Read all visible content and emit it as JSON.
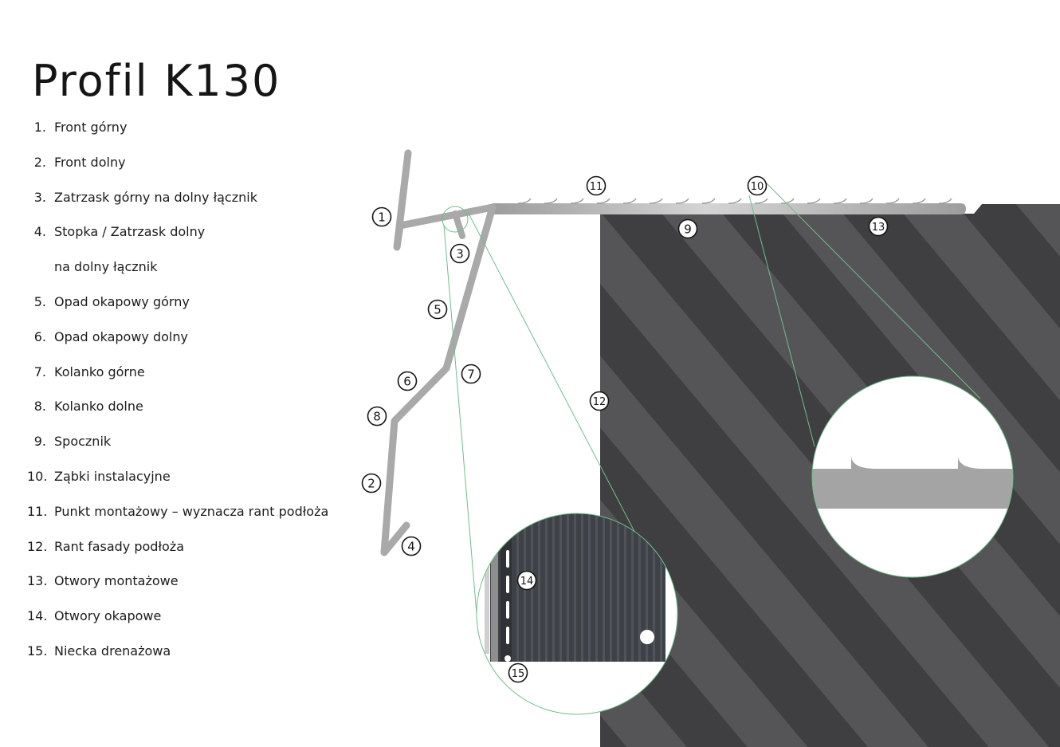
{
  "title": "Profil K130",
  "legend": [
    {
      "num": "1.",
      "label": "Front górny"
    },
    {
      "num": "2.",
      "label": "Front dolny"
    },
    {
      "num": "3.",
      "label": "Zatrzask górny na dolny łącznik"
    },
    {
      "num": "4.",
      "label": "Stopka / Zatrzask dolny"
    },
    {
      "num": "",
      "label": "na dolny łącznik"
    },
    {
      "num": "5.",
      "label": "Opad okapowy górny"
    },
    {
      "num": "6.",
      "label": "Opad okapowy dolny"
    },
    {
      "num": "7.",
      "label": "Kolanko górne"
    },
    {
      "num": "8.",
      "label": "Kolanko dolne"
    },
    {
      "num": "9.",
      "label": "Spocznik"
    },
    {
      "num": "10.",
      "label": "Ząbki instalacyjne"
    },
    {
      "num": "11.",
      "label": "Punkt montażowy – wyznacza rant podłoża"
    },
    {
      "num": "12.",
      "label": "Rant fasady podłoża"
    },
    {
      "num": "13.",
      "label": "Otwory montażowe"
    },
    {
      "num": "14.",
      "label": "Otwory okapowe"
    },
    {
      "num": "15.",
      "label": "Niecka drenażowa"
    }
  ],
  "markers": [
    "1",
    "2",
    "3",
    "4",
    "5",
    "6",
    "7",
    "8",
    "9",
    "10",
    "11",
    "12",
    "13",
    "14",
    "15"
  ],
  "colors": {
    "profile": "#a9a9a9",
    "wall_dark": "#3f3f41",
    "wall_stripe": "#555557",
    "leader": "#6fbf8a",
    "detail_metal": "#3e4146",
    "text": "#151515"
  }
}
